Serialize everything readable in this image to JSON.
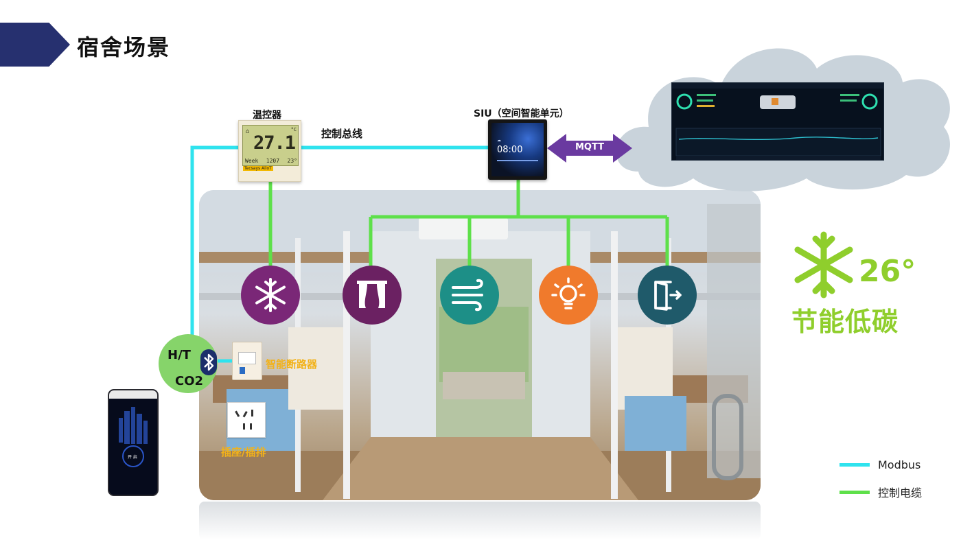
{
  "title": "宿舍场景",
  "labels": {
    "thermostat": "温控器",
    "control_bus": "控制总线",
    "siu": "SIU（空间智能单元）",
    "mqtt": "MQTT",
    "sensor_ht": "H/T",
    "sensor_co2": "CO2",
    "breaker": "智能断路器",
    "socket": "插座/插排"
  },
  "thermostat_display": {
    "temperature": "27.1",
    "unit": "°C",
    "week": "Week",
    "date": "1207",
    "temp2": "23°",
    "brand": "Tecsays AiloT"
  },
  "siu_display": {
    "time": "08:00"
  },
  "phone_display": {
    "center": "开 启"
  },
  "logo": {
    "degree": "26°",
    "text": "节能低碳"
  },
  "legend": [
    {
      "label": "Modbus",
      "color": "#2fe3ee"
    },
    {
      "label": "控制电缆",
      "color": "#5ee04a"
    }
  ],
  "devices": [
    {
      "name": "ac-snowflake-icon",
      "color": "#7a2777"
    },
    {
      "name": "curtain-icon",
      "color": "#6b2162"
    },
    {
      "name": "fresh-air-icon",
      "color": "#1d8f87"
    },
    {
      "name": "light-bulb-icon",
      "color": "#f07a2c"
    },
    {
      "name": "door-access-icon",
      "color": "#1f5a6a"
    }
  ],
  "colors": {
    "modbus": "#2fe3ee",
    "control_cable": "#5ee04a",
    "ribbon": "#26306f",
    "mqtt": "#6a3aa0"
  }
}
